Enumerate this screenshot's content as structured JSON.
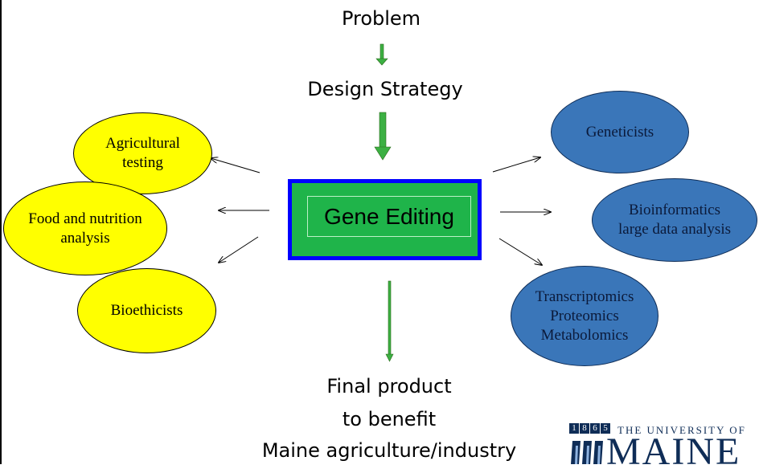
{
  "top": {
    "problem": "Problem",
    "design_strategy": "Design Strategy"
  },
  "hub": {
    "label": "Gene Editing"
  },
  "left_nodes": {
    "agricultural_testing": [
      "Agricultural",
      "testing"
    ],
    "food_nutrition": [
      "Food and nutrition",
      "analysis"
    ],
    "bioethicists": [
      "Bioethicists"
    ]
  },
  "right_nodes": {
    "geneticists": [
      "Geneticists"
    ],
    "bioinformatics": [
      "Bioinformatics",
      "large data analysis"
    ],
    "omics": [
      "Transcriptomics",
      "Proteomics",
      "Metabolomics"
    ]
  },
  "bottom": {
    "line1": "Final product",
    "line2": "to benefit",
    "line3": "Maine agriculture/industry"
  },
  "logo": {
    "year_digits": [
      "1",
      "8",
      "6",
      "5"
    ],
    "university_text": "THE UNIVERSITY OF",
    "wordmark": "MAINE"
  },
  "colors": {
    "yellow_node": "#ffff00",
    "blue_node": "#3a76b9",
    "hub_fill": "#1fb44a",
    "hub_border": "#0000ff",
    "down_arrow": "#3cb043"
  }
}
